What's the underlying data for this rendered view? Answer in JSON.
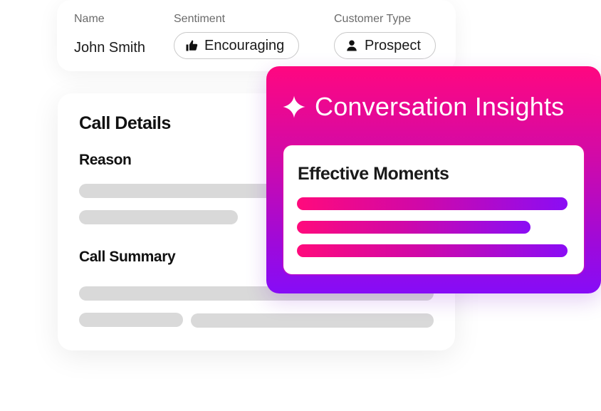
{
  "contact": {
    "name_label": "Name",
    "name_value": "John Smith",
    "sentiment_label": "Sentiment",
    "sentiment_value": "Encouraging",
    "sentiment_icon": "thumbs-up-icon",
    "customer_type_label": "Customer Type",
    "customer_type_value": "Prospect",
    "customer_type_icon": "person-icon"
  },
  "call_details": {
    "title": "Call Details",
    "reason_heading": "Reason",
    "summary_heading": "Call Summary"
  },
  "insights": {
    "title": "Conversation Insights",
    "title_icon": "sparkle-icon",
    "card_title": "Effective Moments",
    "gradient_start": "#ff0780",
    "gradient_end": "#860cf7"
  }
}
